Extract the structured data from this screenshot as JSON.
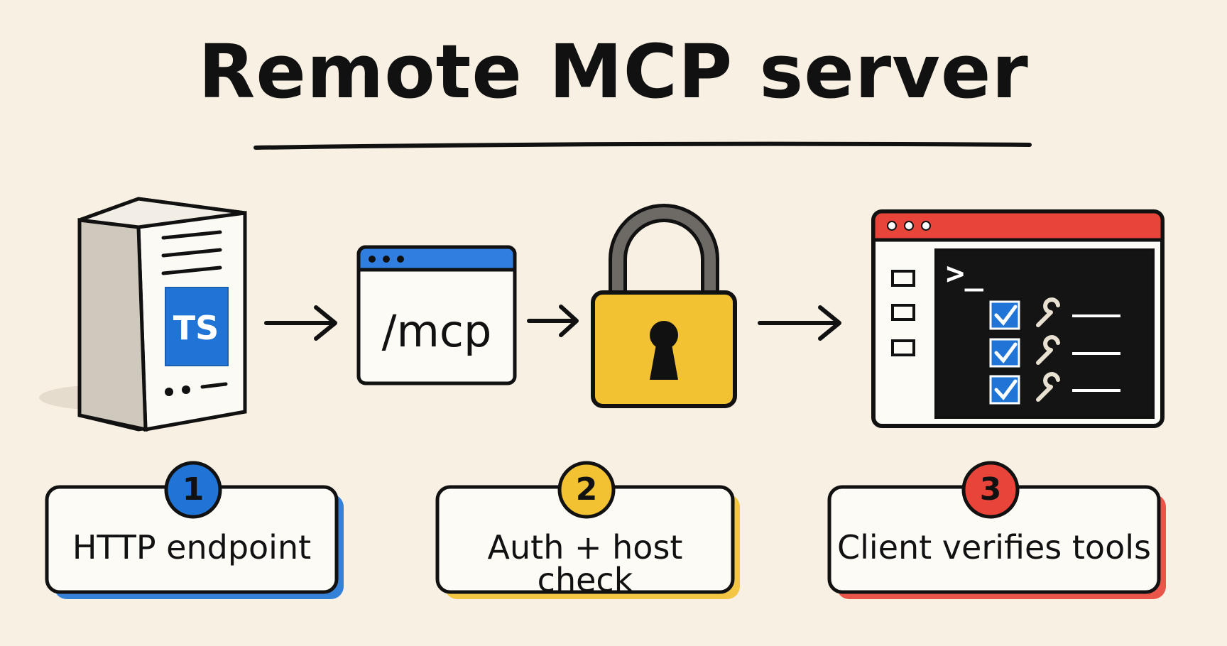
{
  "title": "Remote MCP server",
  "icons": {
    "server": "server-icon",
    "typescript_badge": "TS",
    "endpoint_window_path": "/mcp",
    "lock": "padlock-icon",
    "terminal": "terminal-window-icon",
    "terminal_prompt": ">_"
  },
  "steps": [
    {
      "number": "1",
      "label": "HTTP endpoint",
      "color": "#1f74d6"
    },
    {
      "number": "2",
      "label": "Auth + host check",
      "color": "#f2c232"
    },
    {
      "number": "3",
      "label": "Client verifies tools",
      "color": "#e8443a"
    }
  ],
  "colors": {
    "background": "#f8f0e2",
    "blue": "#1f74d6",
    "yellow": "#f2c232",
    "red": "#e8443a"
  }
}
